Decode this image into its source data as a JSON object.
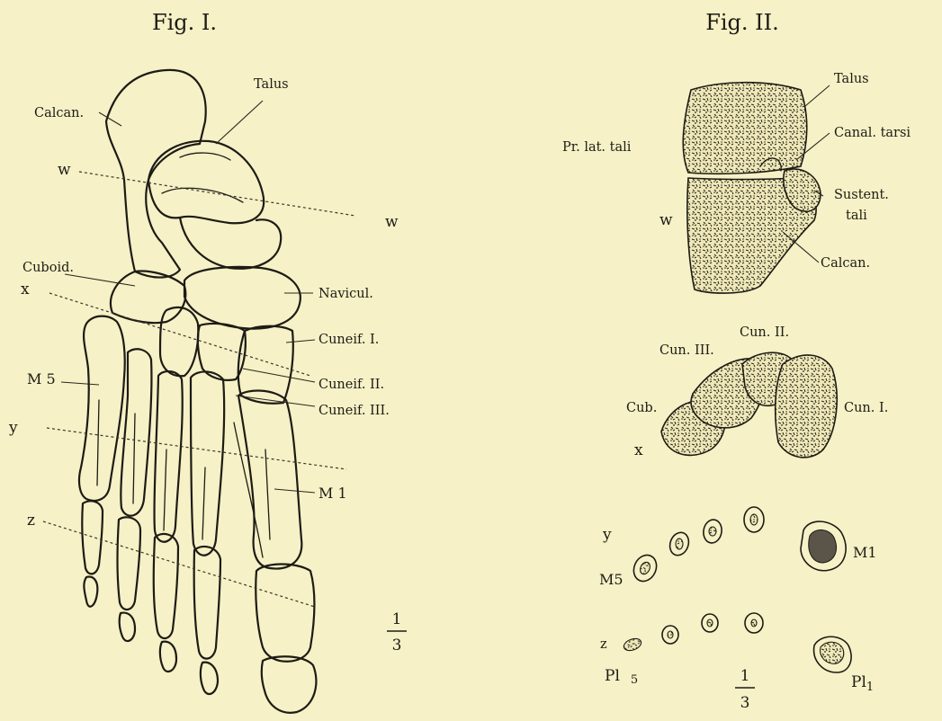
{
  "fig1": {
    "title": "Fig. I.",
    "labels": {
      "talus": "Talus",
      "calcan": "Calcan.",
      "cuboid": "Cuboid.",
      "navicul": "Navicul.",
      "cuneif1": "Cuneif. I.",
      "cuneif2": "Cuneif. II.",
      "cuneif3": "Cuneif. III.",
      "m5": "M 5",
      "m1": "M 1",
      "w_left": "w",
      "w_right": "w",
      "x": "x",
      "y": "y",
      "z": "z"
    },
    "scale": {
      "numerator": "1",
      "denominator": "3"
    }
  },
  "fig2": {
    "title": "Fig. II.",
    "labels": {
      "talus": "Talus",
      "canal_tarsi": "Canal. tarsi",
      "pr_lat_tali": "Pr. lat. tali",
      "sustent": "Sustent.",
      "tali": "tali",
      "calcan": "Calcan.",
      "w": "w",
      "cun2": "Cun. II.",
      "cun3": "Cun. III.",
      "cub": "Cub.",
      "cun1": "Cun. I.",
      "x": "x",
      "y": "y",
      "m5": "M5",
      "m1": "M1",
      "z": "z",
      "pl5": "Pl",
      "pl5_sub": "5",
      "pl1": "Pl",
      "pl1_sub": "1"
    },
    "scale": {
      "numerator": "1",
      "denominator": "3"
    }
  }
}
